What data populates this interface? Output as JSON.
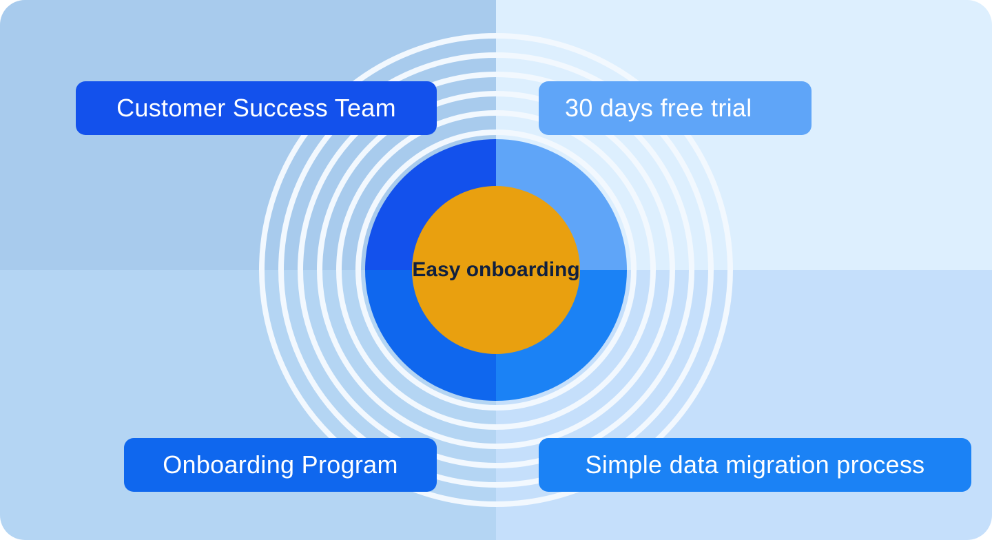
{
  "center": {
    "title": "Easy onboarding"
  },
  "items": [
    {
      "label": "Customer Success Team",
      "color": "#1351EC"
    },
    {
      "label": "30 days free trial",
      "color": "#5FA5F8"
    },
    {
      "label": "Onboarding Program",
      "color": "#0F67EE"
    },
    {
      "label": "Simple data migration process",
      "color": "#1B82F5"
    }
  ],
  "colors": {
    "center": "#E9A00F",
    "rings": "#F2F8FE"
  }
}
